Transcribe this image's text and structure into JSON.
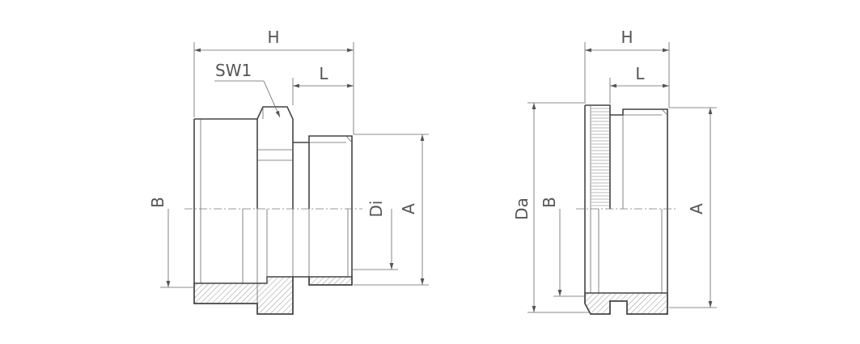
{
  "drawing_left": {
    "dim_H": "H",
    "dim_SW1": "SW1",
    "dim_L": "L",
    "dim_B": "B",
    "dim_Di": "Di",
    "dim_A": "A"
  },
  "drawing_right": {
    "dim_H": "H",
    "dim_L": "L",
    "dim_Da": "Da",
    "dim_B": "B",
    "dim_A": "A"
  },
  "colors": {
    "line": "#444444",
    "dim_line": "#666666",
    "background": "#ffffff"
  }
}
